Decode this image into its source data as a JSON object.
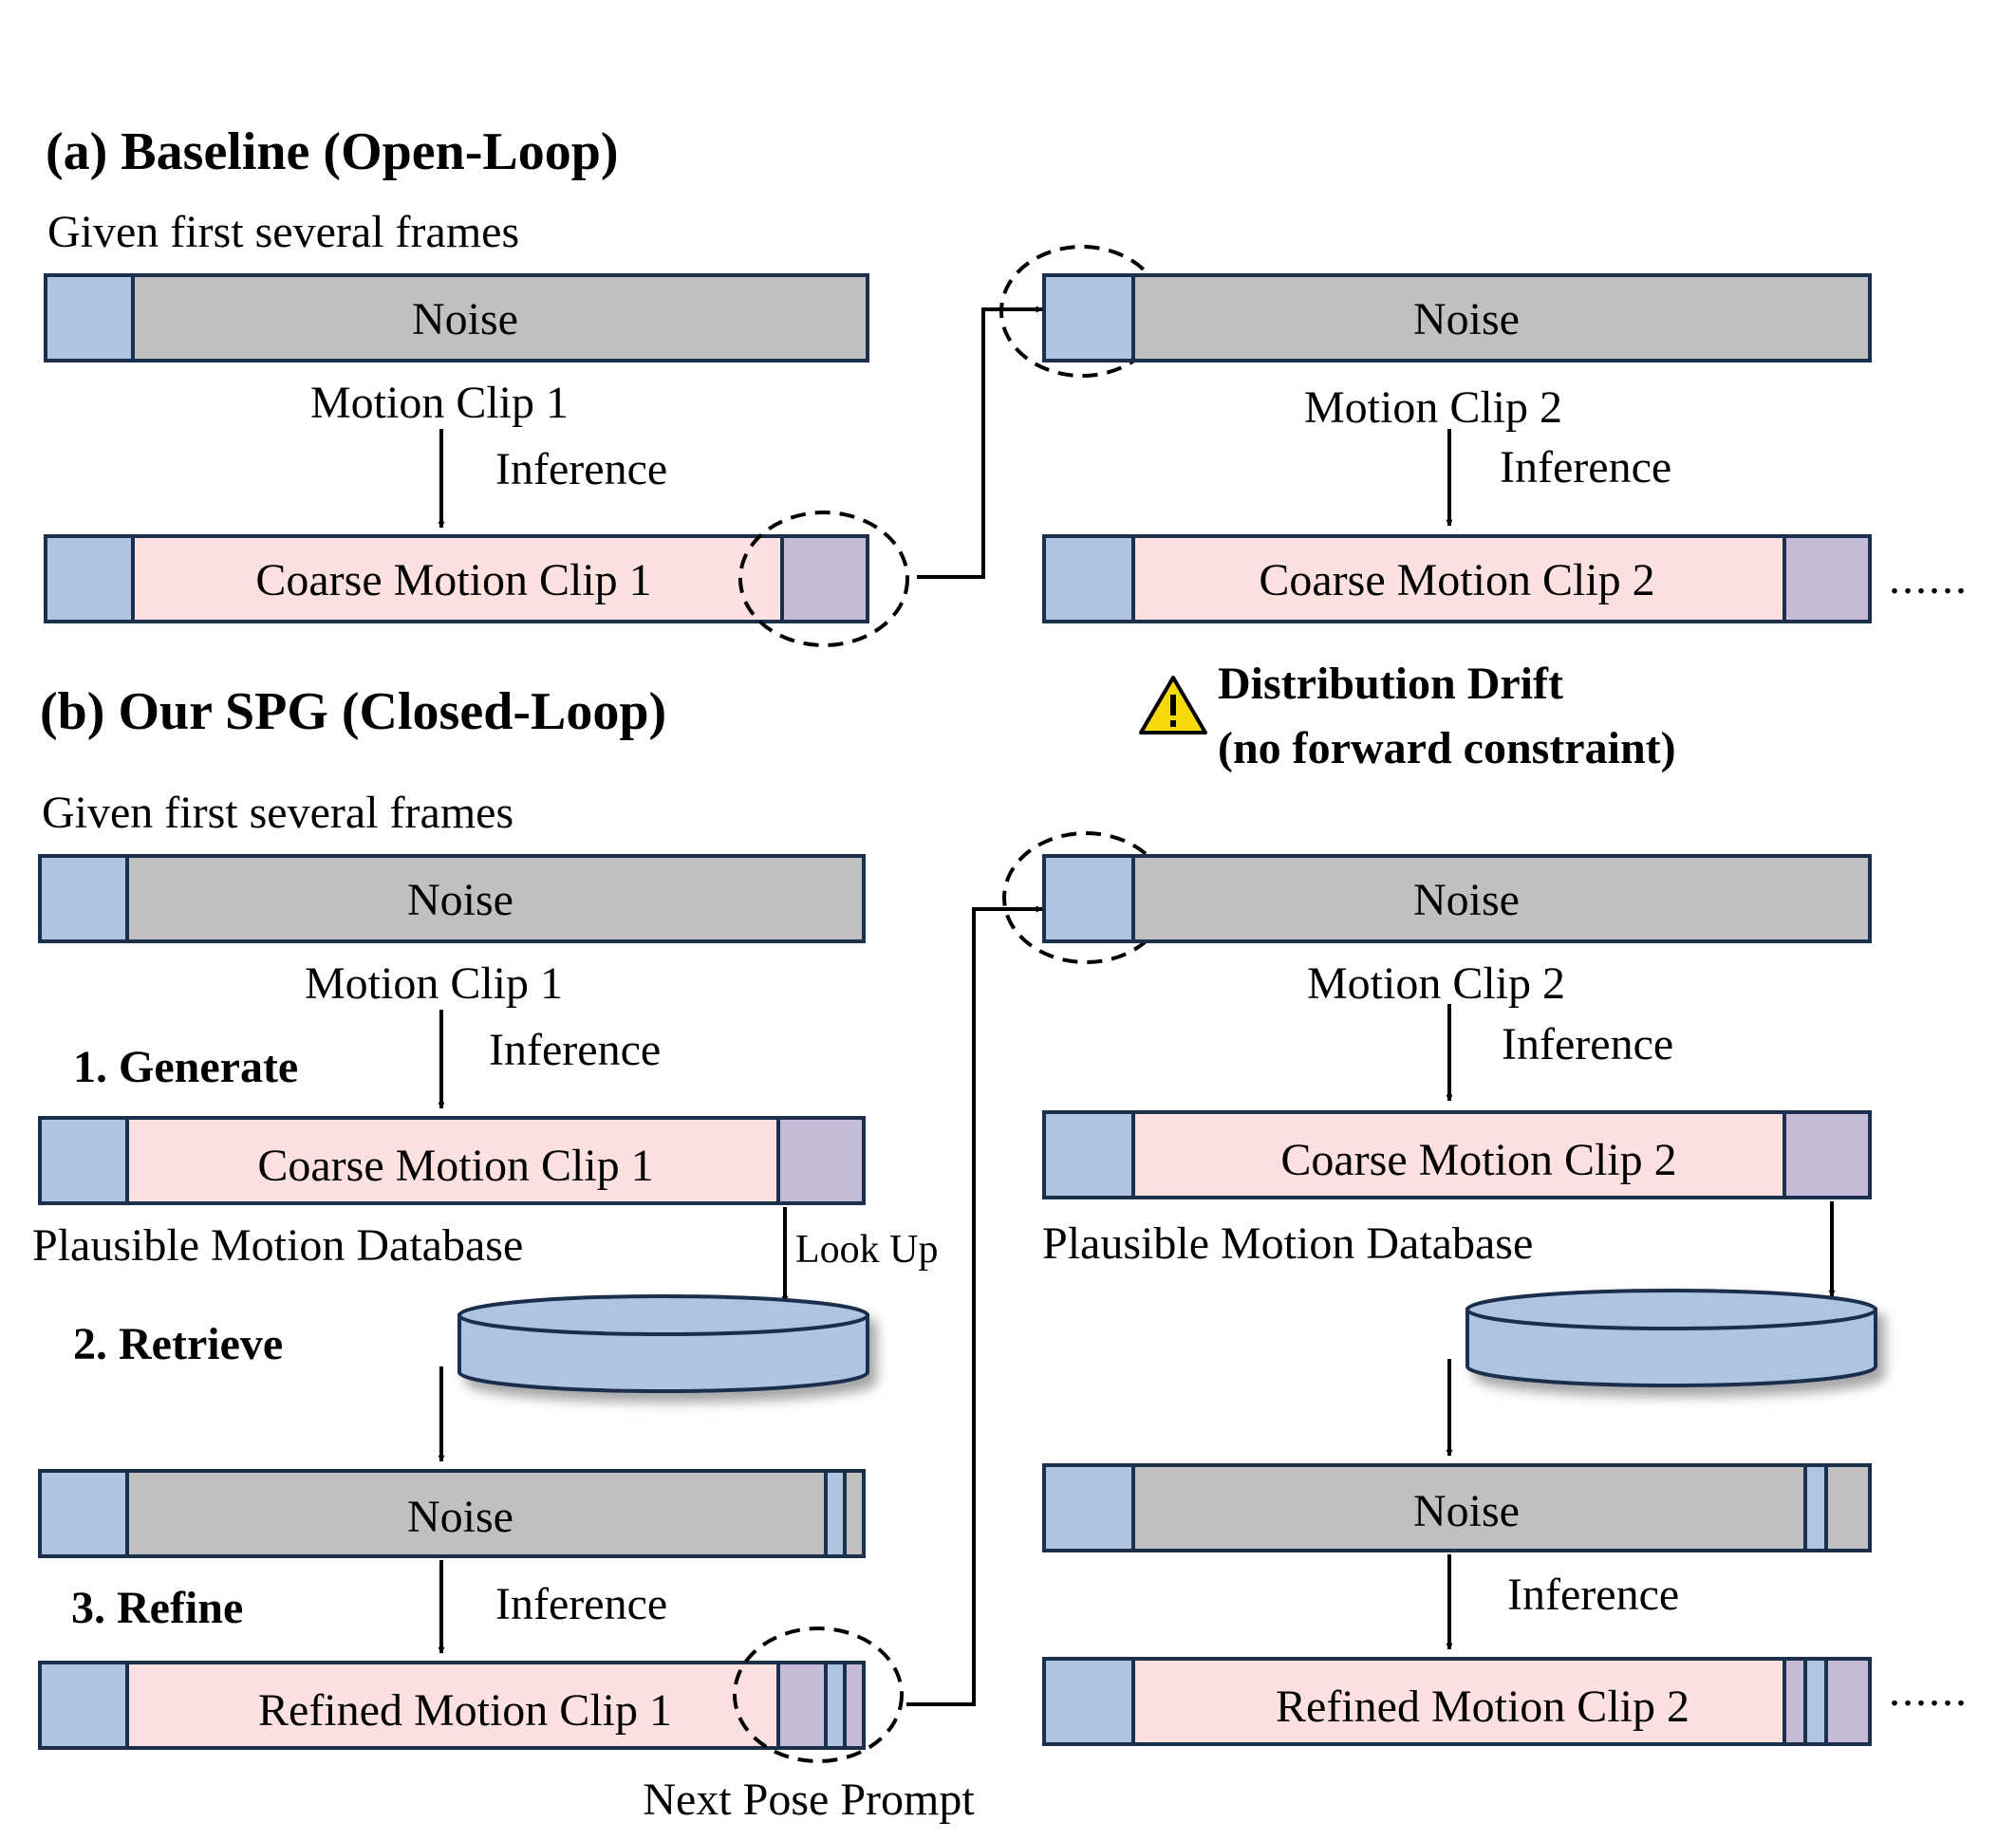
{
  "section_a": {
    "title": "(a) Baseline (Open-Loop)",
    "given": "Given first several frames",
    "noise_1": "Noise",
    "motion_clip_1": "Motion Clip 1",
    "inference_1": "Inference",
    "coarse_1": "Coarse Motion Clip 1",
    "noise_2": "Noise",
    "motion_clip_2": "Motion Clip 2",
    "inference_2": "Inference",
    "coarse_2": "Coarse Motion Clip 2",
    "ellipsis": "......",
    "drift_line1": "Distribution Drift",
    "drift_line2": "(no forward constraint)"
  },
  "section_b": {
    "title": "(b) Our SPG (Closed-Loop)",
    "given": "Given first several frames",
    "noise_1": "Noise",
    "motion_clip_1": "Motion Clip 1",
    "step_generate": "1. Generate",
    "inference_1": "Inference",
    "coarse_1": "Coarse Motion Clip 1",
    "database_1": "Plausible Motion Database",
    "lookup": "Look Up",
    "step_retrieve": "2. Retrieve",
    "noise_refine_1": "Noise",
    "step_refine": "3. Refine",
    "inference_refine_1": "Inference",
    "refined_1": "Refined Motion Clip 1",
    "next_pose": "Next Pose Prompt",
    "noise_2": "Noise",
    "motion_clip_2": "Motion Clip 2",
    "inference_2": "Inference",
    "coarse_2": "Coarse Motion Clip 2",
    "database_2": "Plausible Motion Database",
    "noise_refine_2": "Noise",
    "inference_refine_2": "Inference",
    "refined_2": "Refined Motion Clip 2",
    "ellipsis": "......"
  },
  "colors": {
    "context_frames": "#adc5e2",
    "noise": "#c0c0c0",
    "motion_clip": "#fde0e0",
    "end_frames": "#c5bbd7",
    "border": "#1c2f4d",
    "warning": "#f5d90a"
  },
  "icons": [
    "warning-triangle-icon",
    "database-cylinder-icon"
  ]
}
